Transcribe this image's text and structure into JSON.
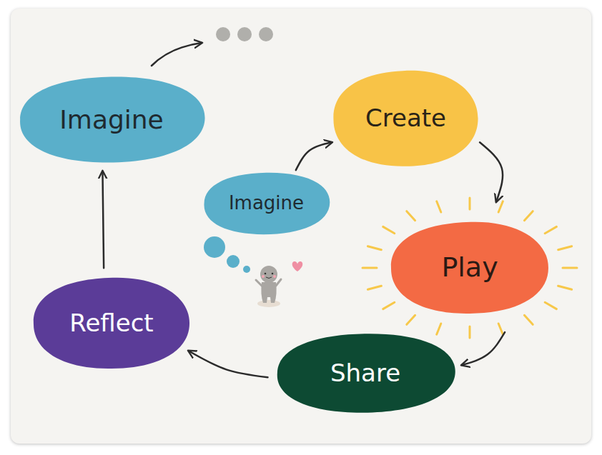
{
  "diagram": {
    "nodes": [
      {
        "text": [
          "Imagine"
        ]
      },
      {
        "text": [
          "Create"
        ]
      },
      {
        "text": [
          "Imagine"
        ]
      },
      {
        "text": [
          "Play"
        ]
      },
      {
        "text": [
          "Share"
        ]
      },
      {
        "text": [
          "Reflect"
        ]
      }
    ],
    "edges": [
      {
        "from": 2,
        "to": 1,
        "arrow": "to"
      },
      {
        "from": 1,
        "to": 3,
        "arrow": "to"
      },
      {
        "from": 3,
        "to": 4,
        "arrow": "to"
      },
      {
        "from": 4,
        "to": 5,
        "arrow": "to"
      },
      {
        "from": 5,
        "to": 0,
        "arrow": "to"
      }
    ]
  }
}
